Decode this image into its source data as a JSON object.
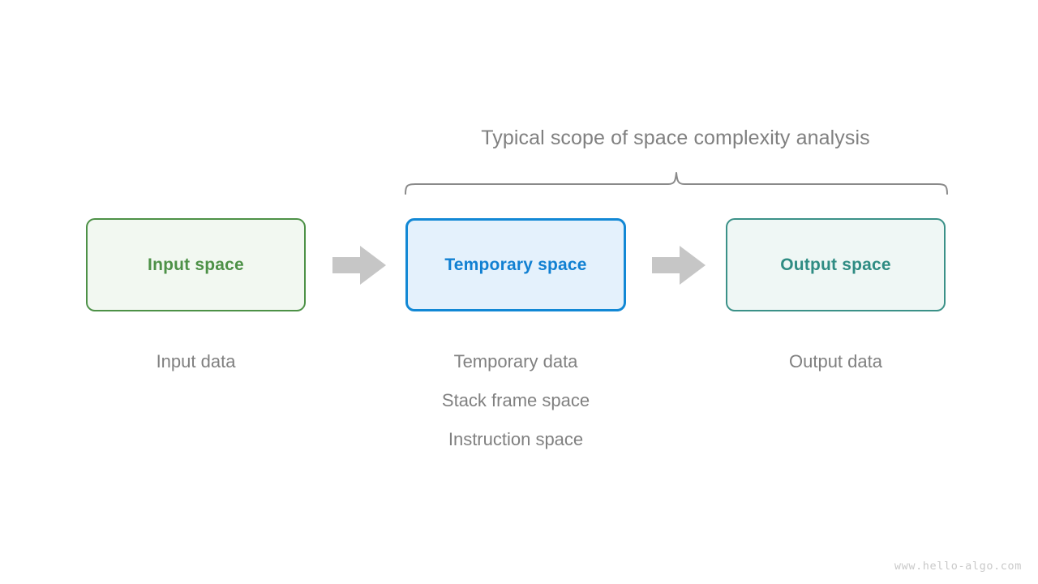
{
  "diagram": {
    "scope_caption": "Typical scope of space complexity analysis",
    "watermark": "www.hello-algo.com",
    "colors": {
      "background": "#ffffff",
      "muted_text": "#808080",
      "arrow_gray": "#c6c6c6",
      "brace_gray": "#8a8a8a",
      "watermark_gray": "#c9c9c9",
      "input_border": "#4d9147",
      "input_fill": "#f2f8f1",
      "input_text": "#4d9147",
      "temporary_border": "#1288d5",
      "temporary_fill": "#e4f1fc",
      "temporary_text": "#1180d2",
      "output_border": "#3b9188",
      "output_fill": "#eff7f5",
      "output_text": "#2f8c83"
    },
    "stages": [
      {
        "key": "input",
        "box_label": "Input space",
        "captions": [
          "Input data"
        ]
      },
      {
        "key": "temporary",
        "box_label": "Temporary space",
        "captions": [
          "Temporary data",
          "Stack frame space",
          "Instruction space"
        ]
      },
      {
        "key": "output",
        "box_label": "Output space",
        "captions": [
          "Output data"
        ]
      }
    ],
    "connectors": [
      {
        "key": "arrow-input-to-temporary",
        "glyph": "right-arrow"
      },
      {
        "key": "arrow-temporary-to-output",
        "glyph": "right-arrow"
      }
    ]
  }
}
